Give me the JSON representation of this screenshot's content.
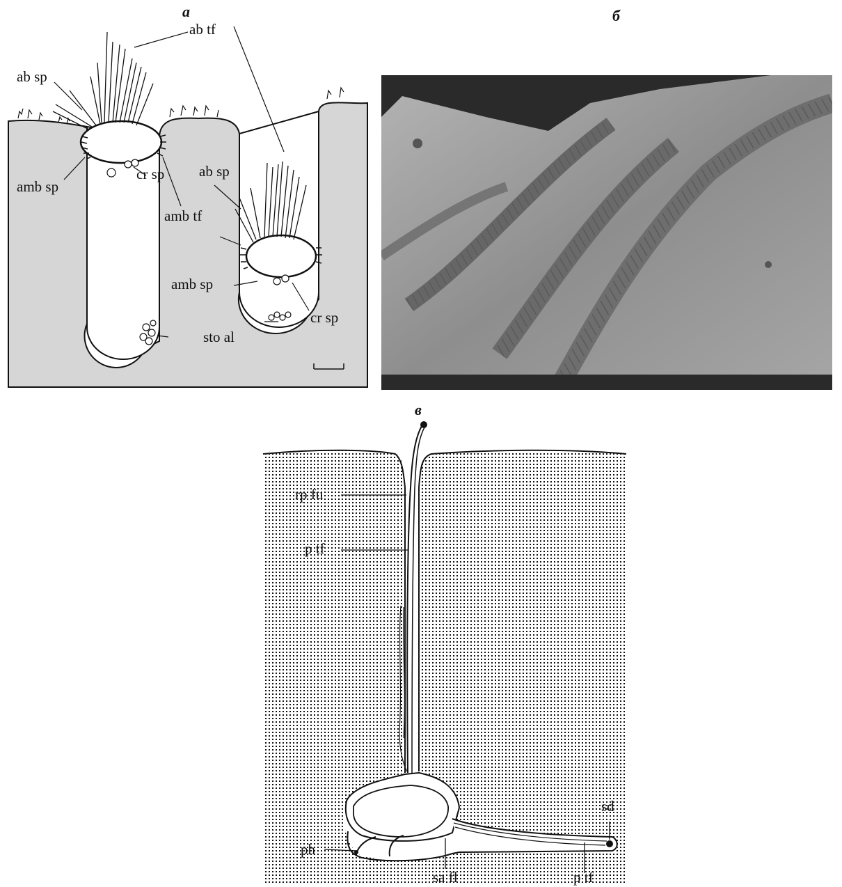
{
  "panel_a": {
    "letter": "а",
    "labels": {
      "ab_tf": "ab tf",
      "ab_sp_left": "ab sp",
      "amb_sp_left": "amb sp",
      "cr_sp_left": "cr sp",
      "amb_tf": "amb tf",
      "ab_sp_right": "ab sp",
      "amb_sp_right": "amb sp",
      "cr_sp_right": "cr sp",
      "sto_al": "sto al"
    }
  },
  "panel_b": {
    "letter": "б"
  },
  "panel_c": {
    "letter": "в",
    "labels": {
      "rp_fu": "rp fu",
      "p_tf_upper": "p tf",
      "ph": "ph",
      "sa_fl": "sa fl",
      "p_tf_lower": "p tf",
      "sd": "sd"
    }
  },
  "colors": {
    "sediment_a": "#d6d6d6",
    "ink": "#111111",
    "photo_dark": "#2a2a2a",
    "photo_rock": "#9a9a9a"
  }
}
